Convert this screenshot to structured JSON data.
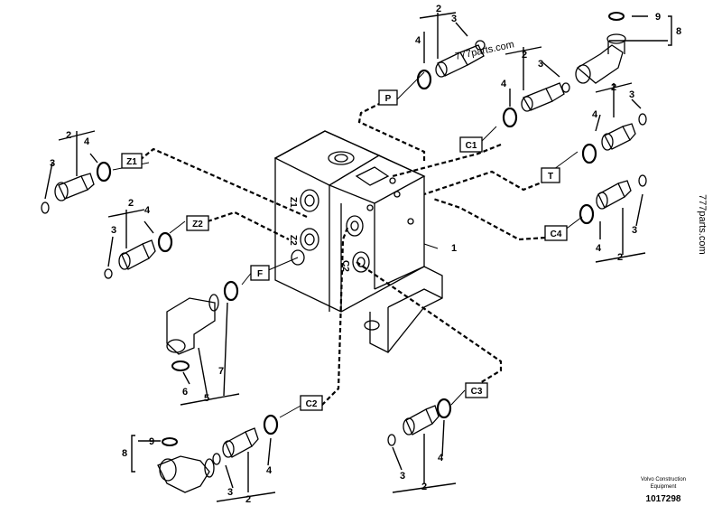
{
  "labels": {
    "P": "P",
    "C1": "C1",
    "Z1": "Z1",
    "T": "T",
    "Z2": "Z2",
    "C4": "C4",
    "F": "F",
    "C2": "C2",
    "C3": "C3"
  },
  "ports": {
    "z1": "Z1",
    "z2": "Z2",
    "c2": "C2"
  },
  "callouts": {
    "n1": "1",
    "n2": "2",
    "n3": "3",
    "n4": "4",
    "n5": "5",
    "n6": "6",
    "n7": "7",
    "n8": "8",
    "n9": "9"
  },
  "watermark": {
    "top": "777parts.com",
    "side": "777parts.com"
  },
  "footer": {
    "maker_line1": "Volvo Construction",
    "maker_line2": "Equipment",
    "figure_no": "1017298"
  }
}
